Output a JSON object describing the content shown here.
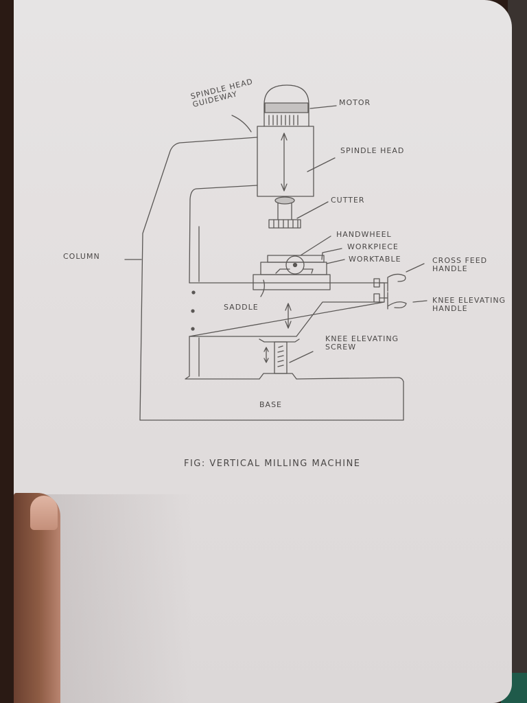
{
  "diagram": {
    "caption": "Fig: Vertical Milling Machine",
    "labels": {
      "spindle_head_guideway": "Spindle Head Guideway",
      "motor": "Motor",
      "spindle_head": "Spindle Head",
      "cutter": "Cutter",
      "handwheel": "Handwheel",
      "workpiece": "Workpiece",
      "worktable": "Worktable",
      "cross_feed_handle": "Cross Feed Handle",
      "knee_elevating_handle": "Knee Elevating Handle",
      "column": "Column",
      "saddle": "Saddle",
      "knee_elevating_screw": "Knee Elevating Screw",
      "base": "Base"
    },
    "colors": {
      "paper": "#e4e1e1",
      "pencil": "#555250",
      "background": "#2a1a14"
    }
  }
}
